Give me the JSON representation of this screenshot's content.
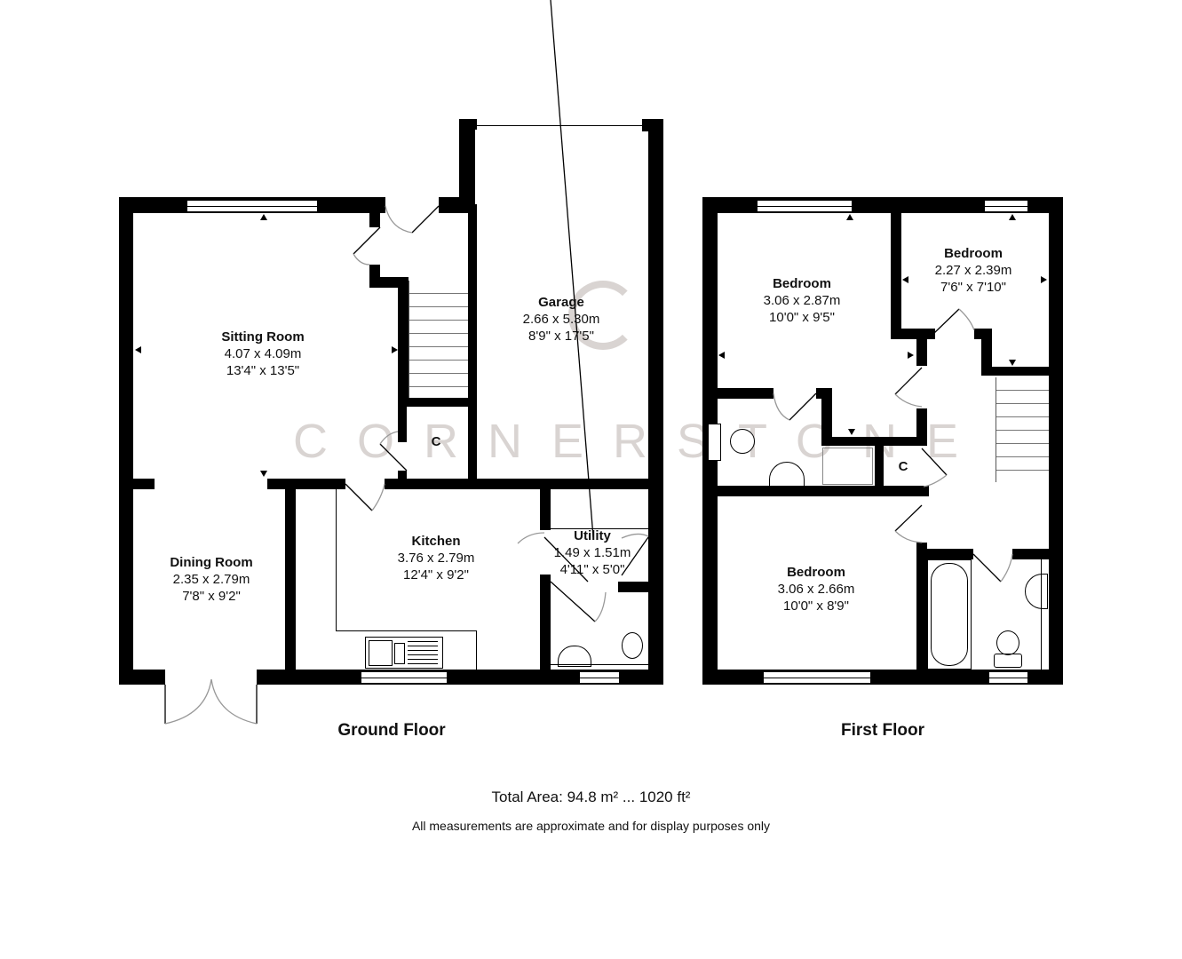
{
  "watermark": {
    "text": "CORNERSTONE"
  },
  "ground_floor": {
    "title": "Ground Floor",
    "rooms": [
      {
        "name": "Sitting Room",
        "metric": "4.07 x 4.09m",
        "imperial": "13'4\" x 13'5\""
      },
      {
        "name": "Garage",
        "metric": "2.66 x 5.30m",
        "imperial": "8'9\" x 17'5\""
      },
      {
        "name": "Kitchen",
        "metric": "3.76 x 2.79m",
        "imperial": "12'4\" x 9'2\""
      },
      {
        "name": "Dining Room",
        "metric": "2.35 x 2.79m",
        "imperial": "7'8\" x 9'2\""
      },
      {
        "name": "Utility",
        "metric": "1.49 x 1.51m",
        "imperial": "4'11\" x 5'0\""
      }
    ],
    "cupboard_label": "C"
  },
  "first_floor": {
    "title": "First Floor",
    "rooms": [
      {
        "name": "Bedroom",
        "metric": "3.06 x 2.87m",
        "imperial": "10'0\" x 9'5\""
      },
      {
        "name": "Bedroom",
        "metric": "2.27 x 2.39m",
        "imperial": "7'6\" x 7'10\""
      },
      {
        "name": "Bedroom",
        "metric": "3.06 x 2.66m",
        "imperial": "10'0\" x 8'9\""
      }
    ],
    "cupboard_label": "C"
  },
  "footer": {
    "total_area": "Total Area: 94.8 m² ... 1020 ft²",
    "disclaimer": "All measurements are approximate and for display purposes only"
  }
}
